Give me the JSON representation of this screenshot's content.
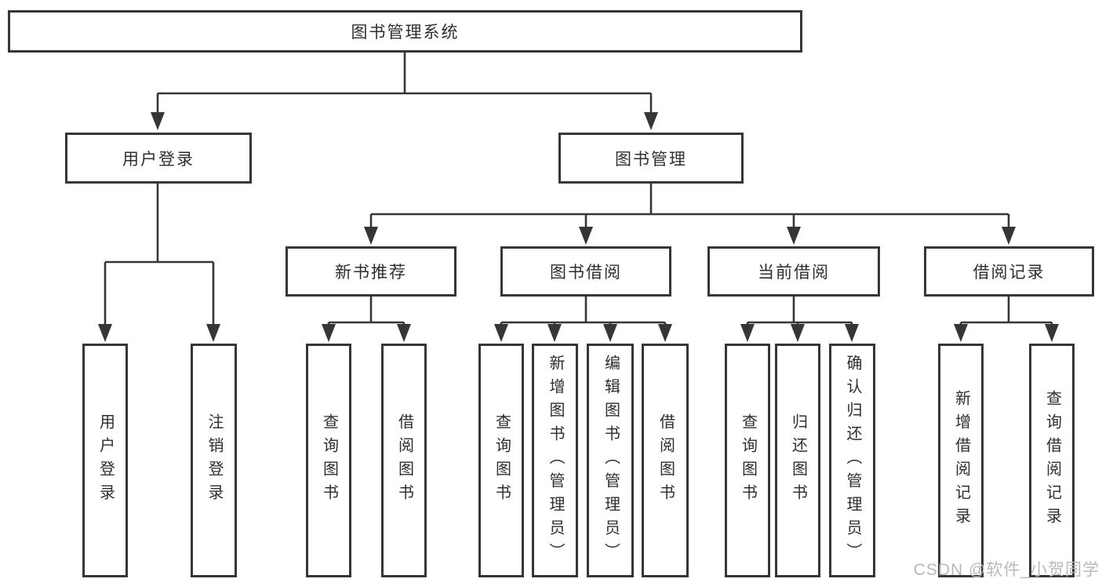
{
  "root": {
    "label": "图书管理系统"
  },
  "level2": [
    {
      "label": "用户登录",
      "children": [
        "用户登录",
        "注销登录"
      ]
    },
    {
      "label": "图书管理"
    }
  ],
  "level3": [
    {
      "label": "新书推荐",
      "children": [
        "查询图书",
        "借阅图书"
      ]
    },
    {
      "label": "图书借阅",
      "children": [
        "查询图书",
        "新增图书（管理员）",
        "编辑图书（管理员）",
        "借阅图书"
      ]
    },
    {
      "label": "当前借阅",
      "children": [
        "查询图书",
        "归还图书",
        "确认归还（管理员）"
      ]
    },
    {
      "label": "借阅记录",
      "children": [
        "新增借阅记录",
        "查询借阅记录"
      ]
    }
  ],
  "watermark": {
    "text": "CSDN @软件_小贺同学"
  },
  "colors": {
    "line": "#363636",
    "box_border": "#363636",
    "text": "#2e2e2e",
    "watermark": "#b9b9b9",
    "background": "#ffffff"
  }
}
